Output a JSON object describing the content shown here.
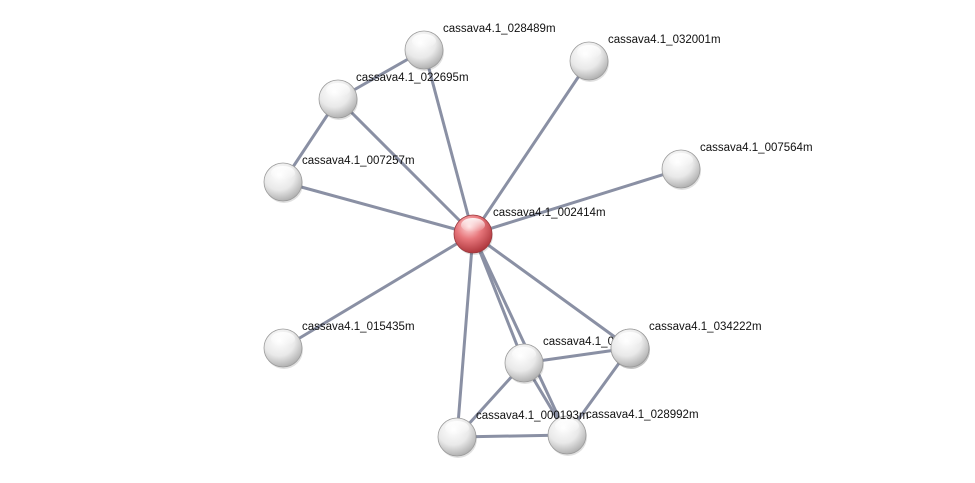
{
  "network": {
    "nodes": [
      {
        "id": "n_002414",
        "label": "cassava4.1_002414m",
        "kind": "query"
      },
      {
        "id": "n_028489",
        "label": "cassava4.1_028489m",
        "kind": "partner"
      },
      {
        "id": "n_032001",
        "label": "cassava4.1_032001m",
        "kind": "partner"
      },
      {
        "id": "n_022695",
        "label": "cassava4.1_022695m",
        "kind": "partner"
      },
      {
        "id": "n_007257",
        "label": "cassava4.1_007257m",
        "kind": "partner"
      },
      {
        "id": "n_007564",
        "label": "cassava4.1_007564m",
        "kind": "partner"
      },
      {
        "id": "n_015435",
        "label": "cassava4.1_015435m",
        "kind": "partner"
      },
      {
        "id": "n_034222",
        "label": "cassava4.1_034222m",
        "kind": "partner"
      },
      {
        "id": "n_hidden",
        "label": "cassava4.1_0",
        "kind": "partner"
      },
      {
        "id": "n_000193",
        "label": "cassava4.1_000193m",
        "kind": "partner"
      },
      {
        "id": "n_028992",
        "label": "cassava4.1_028992m",
        "kind": "partner"
      }
    ],
    "edges": [
      [
        "n_002414",
        "n_022695"
      ],
      [
        "n_002414",
        "n_028489"
      ],
      [
        "n_002414",
        "n_032001"
      ],
      [
        "n_002414",
        "n_007564"
      ],
      [
        "n_002414",
        "n_007257"
      ],
      [
        "n_002414",
        "n_015435"
      ],
      [
        "n_002414",
        "n_034222"
      ],
      [
        "n_002414",
        "n_hidden"
      ],
      [
        "n_002414",
        "n_000193"
      ],
      [
        "n_002414",
        "n_028992"
      ],
      [
        "n_022695",
        "n_028489"
      ],
      [
        "n_022695",
        "n_007257"
      ],
      [
        "n_hidden",
        "n_034222"
      ],
      [
        "n_hidden",
        "n_000193"
      ],
      [
        "n_hidden",
        "n_028992"
      ],
      [
        "n_000193",
        "n_028992"
      ],
      [
        "n_034222",
        "n_028992"
      ]
    ],
    "colors": {
      "edge": "#8a90a4",
      "query_node": "#d9595f",
      "partner_node": "#d6d6d6"
    }
  }
}
